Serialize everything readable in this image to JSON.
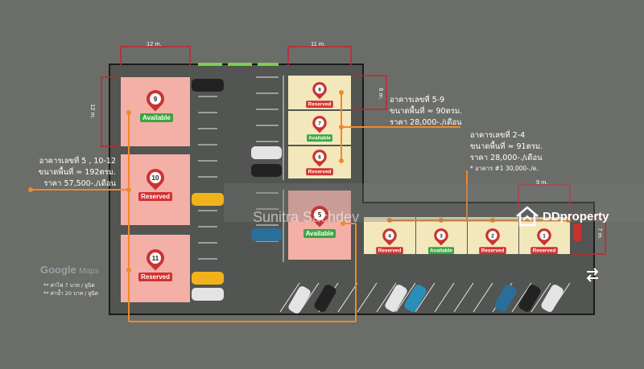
{
  "dimensions": {
    "top_left_width": "12 m.",
    "top_left_height": "12 m.",
    "top_right_width": "11 m.",
    "top_right_height": "6 m.",
    "right_width": "9 m.",
    "right_height": "7 m."
  },
  "units": [
    {
      "number": "9",
      "status": "Available"
    },
    {
      "number": "10",
      "status": "Reserved"
    },
    {
      "number": "11",
      "status": "Reserved"
    },
    {
      "number": "8",
      "status": "Reserved"
    },
    {
      "number": "7",
      "status": "Available"
    },
    {
      "number": "6",
      "status": "Reserved"
    },
    {
      "number": "5",
      "status": "Available"
    },
    {
      "number": "4",
      "status": "Reserved"
    },
    {
      "number": "3",
      "status": "Available"
    },
    {
      "number": "2",
      "status": "Reserved"
    },
    {
      "number": "1",
      "status": "Reserved"
    }
  ],
  "info_left": {
    "line1": "อาคารเลขที่ 5 , 10-12",
    "line2": "ขนาดพื้นที่ ≈ 192ตรม.",
    "line3": "ราคา 57,500-./เดือน"
  },
  "info_mid": {
    "line1": "อาคารเลขที่ 5-9",
    "line2": "ขนาดพื้นที่ ≈ 90ตรม.",
    "line3": "ราคา 28,000-./เดือน"
  },
  "info_right": {
    "line1": "อาคารเลขที่ 2-4",
    "line2": "ขนาดพื้นที่ ≈ 91ตรม.",
    "line3": "ราคา 28,000-./เดือน",
    "note": "* อาคาร #1 30,000-./ด."
  },
  "google": {
    "logo": "Google",
    "maps": "Maps",
    "note1": "** ค่าไฟ 7 บาท   / ยูนิต",
    "note2": "** ค่าน้ำ 20 บาท / ยูนิต"
  },
  "watermark": "Sunitra Sachdev",
  "brand": "DDproperty",
  "colors": {
    "background": "#6b6d69",
    "lot": "#525551",
    "unit_pink": "#f4b0a6",
    "unit_cream": "#f3e8bc",
    "orange": "#f0882a",
    "dimension": "#c2272d",
    "reserved": "#d3312f",
    "available": "#3aa541"
  }
}
